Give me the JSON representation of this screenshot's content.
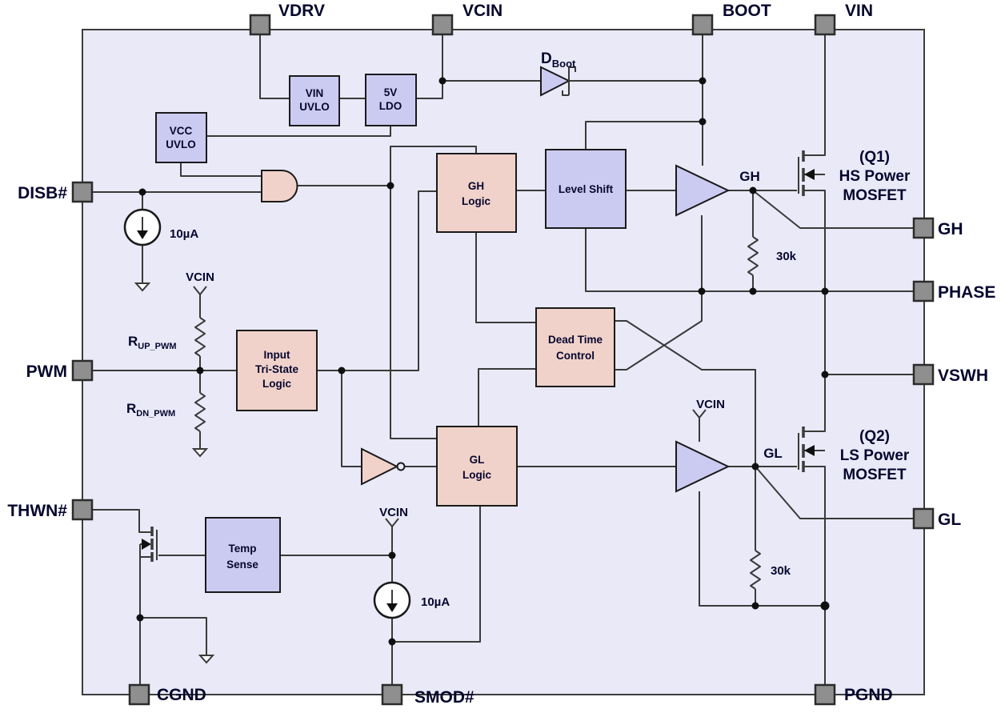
{
  "colors": {
    "ic_bg": "#e9e9f8",
    "block_blue": "#cbcbf2",
    "block_pink": "#f0d2ca",
    "pin_fill": "#8f8f8f",
    "wire": "#3a3a3a",
    "text": "#06062e"
  },
  "pins": {
    "top": [
      {
        "label": "VDRV"
      },
      {
        "label": "VCIN"
      },
      {
        "label": "BOOT"
      },
      {
        "label": "VIN"
      }
    ],
    "left": [
      {
        "label": "DISB#"
      },
      {
        "label": "PWM"
      },
      {
        "label": "THWN#"
      }
    ],
    "right": [
      {
        "label": "GH"
      },
      {
        "label": "PHASE"
      },
      {
        "label": "VSWH"
      },
      {
        "label": "GL"
      }
    ],
    "bottom": [
      {
        "label": "CGND"
      },
      {
        "label": "SMOD#"
      },
      {
        "label": "PGND"
      }
    ]
  },
  "blocks": {
    "vin_uvlo": {
      "line1": "VIN",
      "line2": "UVLO"
    },
    "ldo_5v": {
      "line1": "5V",
      "line2": "LDO"
    },
    "vcc_uvlo": {
      "line1": "VCC",
      "line2": "UVLO"
    },
    "gh_logic": {
      "line1": "GH",
      "line2": "Logic"
    },
    "level_shift": {
      "label": "Level Shift"
    },
    "dead_time": {
      "line1": "Dead Time",
      "line2": "Control"
    },
    "tri_state": {
      "line1": "Input",
      "line2": "Tri-State",
      "line3": "Logic"
    },
    "gl_logic": {
      "line1": "GL",
      "line2": "Logic"
    },
    "temp_sense": {
      "line1": "Temp",
      "line2": "Sense"
    }
  },
  "components": {
    "d_boot": {
      "symbol": "D",
      "subscript": "Boot"
    },
    "r_up": {
      "symbol": "R",
      "subscript": "UP_PWM"
    },
    "r_dn": {
      "symbol": "R",
      "subscript": "DN_PWM"
    },
    "r_gh": {
      "value": "30k"
    },
    "r_gl": {
      "value": "30k"
    },
    "i_disb": {
      "value": "10µA"
    },
    "i_smod": {
      "value": "10µA"
    },
    "q1": {
      "designator": "(Q1)",
      "line2": "HS Power",
      "line3": "MOSFET"
    },
    "q2": {
      "designator": "(Q2)",
      "line2": "LS Power",
      "line3": "MOSFET"
    },
    "gh_node": {
      "label": "GH"
    },
    "gl_node": {
      "label": "GL"
    },
    "vcin_pwm": {
      "label": "VCIN"
    },
    "vcin_gl": {
      "label": "VCIN"
    },
    "vcin_smod": {
      "label": "VCIN"
    }
  }
}
